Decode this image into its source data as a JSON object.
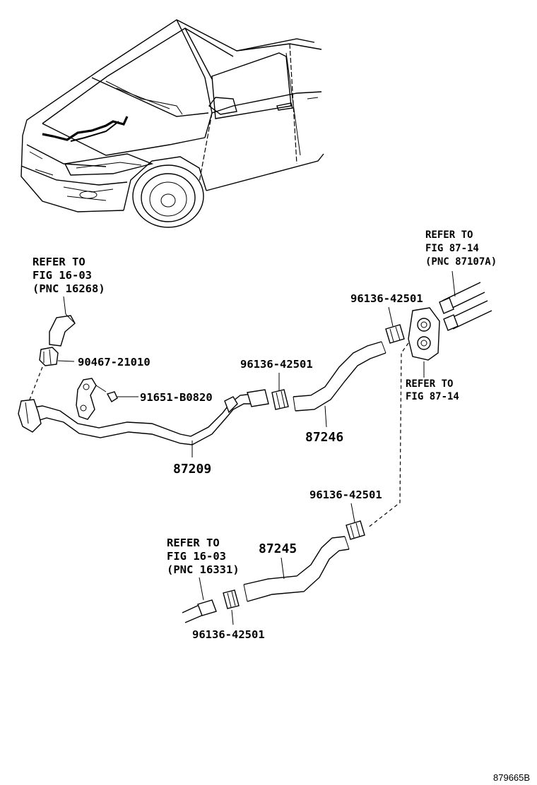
{
  "callouts": {
    "refer_16_03_upper": [
      "REFER TO",
      "FIG 16-03",
      "(PNC 16268)"
    ],
    "refer_87_14_upper": [
      "REFER TO",
      "FIG 87-14",
      "(PNC 87107A)"
    ],
    "refer_87_14_lower": [
      "REFER TO",
      "FIG 87-14"
    ],
    "refer_16_03_lower": [
      "REFER TO",
      "FIG 16-03",
      "(PNC 16331)"
    ]
  },
  "parts": {
    "clip_90467": "90467-21010",
    "bolt_91651": "91651-B0820",
    "clamp_upper_mid": "96136-42501",
    "clamp_upper_right": "96136-42501",
    "clamp_lower_right": "96136-42501",
    "clamp_lower_left": "96136-42501",
    "pipe_87209": "87209",
    "hose_87246": "87246",
    "hose_87245": "87245"
  },
  "illustration_code": "879665B"
}
